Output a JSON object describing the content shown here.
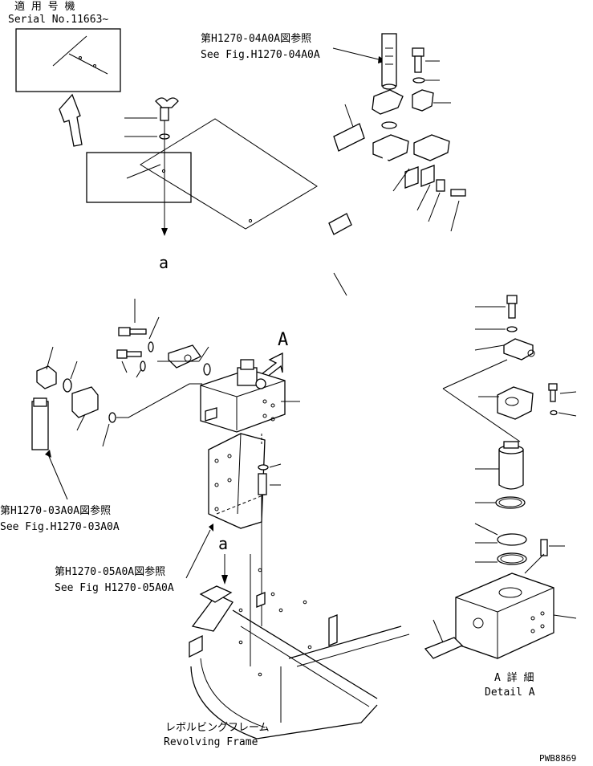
{
  "labels": {
    "serial_jp": "適 用 号 機",
    "serial_en": "Serial No.11663~",
    "ref_top_jp": "第H1270-04A0A図参照",
    "ref_top_en": "See Fig.H1270-04A0A",
    "ref_left_jp": "第H1270-03A0A図参照",
    "ref_left_en": "See Fig.H1270-03A0A",
    "ref_mid_jp": "第H1270-05A0A図参照",
    "ref_mid_en": "See Fig H1270-05A0A",
    "view_a": "A",
    "point_a_top": "a",
    "point_a_bottom": "a",
    "detail_jp": "A 詳 細",
    "detail_en": "Detail A",
    "frame_jp": "レボルビングフレーム",
    "frame_en": "Revolving Frame",
    "drawing_code": "PWB8869"
  }
}
